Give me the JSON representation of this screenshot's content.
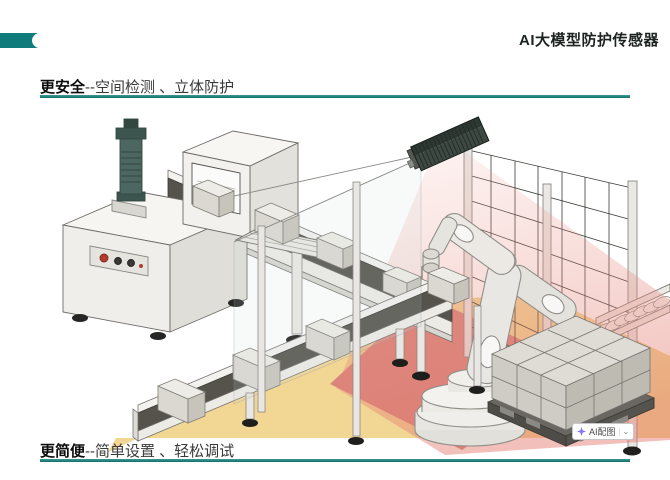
{
  "page": {
    "title": "AI大模型防护传感器"
  },
  "sections": {
    "top": {
      "tagline_bold": "更安全",
      "tagline_rest": "--空间检测 、立体防护"
    },
    "bottom": {
      "tagline_bold": "更简便",
      "tagline_rest": "--简单设置 、轻松调试"
    }
  },
  "badge": {
    "label": "AI配图",
    "chevron": "⌄"
  },
  "colors": {
    "accent_teal": "#0f7b7a",
    "underline_teal": "#0c6f6d",
    "floor_yellow": "#f1d694",
    "danger_zone_red": "#d7817a",
    "cone_pink": "#e8928a",
    "sensor_body": "#3e4943",
    "machine_tower_teal": "#4c6761",
    "belt_gray": "#56534d"
  },
  "icons": {
    "badge_sparkle": "ai-sparkle-icon",
    "badge_chevron": "chevron-down-icon"
  },
  "illustration": {
    "description": "isometric factory safety scene",
    "parts": [
      "processing-machine",
      "infeed-conveyor",
      "outfeed-conveyor",
      "cardboard-boxes",
      "safety-glass-wall",
      "mesh-fence",
      "ai-safety-sensor",
      "detection-cone",
      "danger-zone-floor",
      "robot-arm",
      "pallet-stack",
      "roller-conveyor"
    ]
  }
}
